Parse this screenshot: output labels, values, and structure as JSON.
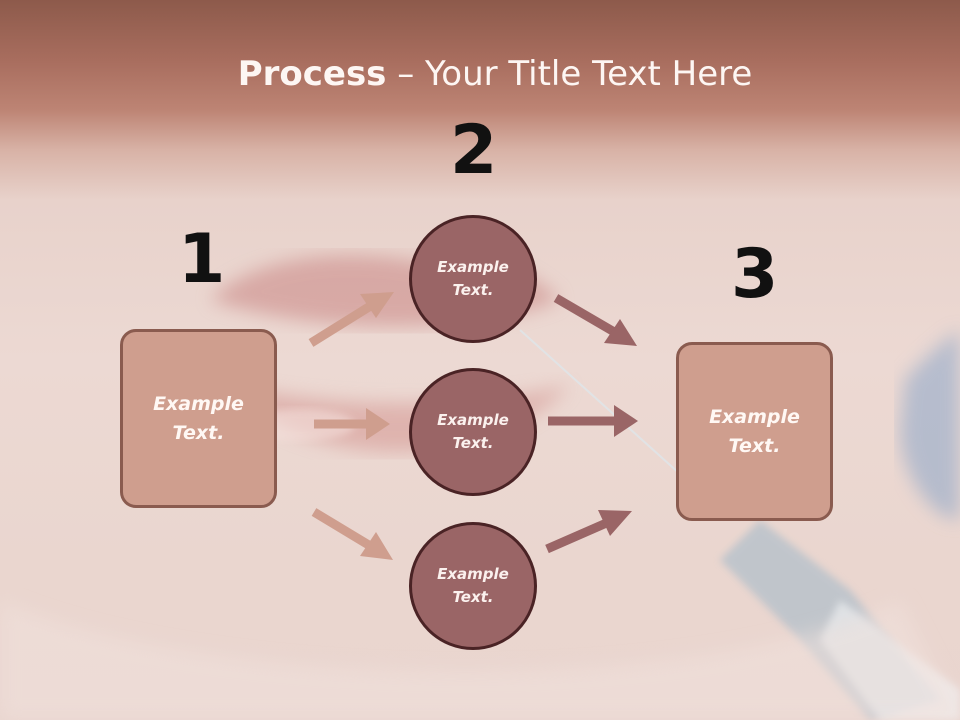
{
  "title": {
    "bold": "Process",
    "rest": " – Your Title Text Here"
  },
  "steps": {
    "one": "1",
    "two": "2",
    "three": "3"
  },
  "left_box": {
    "label": "Example Text."
  },
  "circles": [
    {
      "label": "Example Text."
    },
    {
      "label": "Example Text."
    },
    {
      "label": "Example Text."
    }
  ],
  "right_box": {
    "label": "Example Text."
  },
  "colors": {
    "box_fill": "#cf9e8e",
    "circle_fill": "#9a6566",
    "arrow_light": "#cf9e8e",
    "arrow_dark": "#9a6566"
  }
}
